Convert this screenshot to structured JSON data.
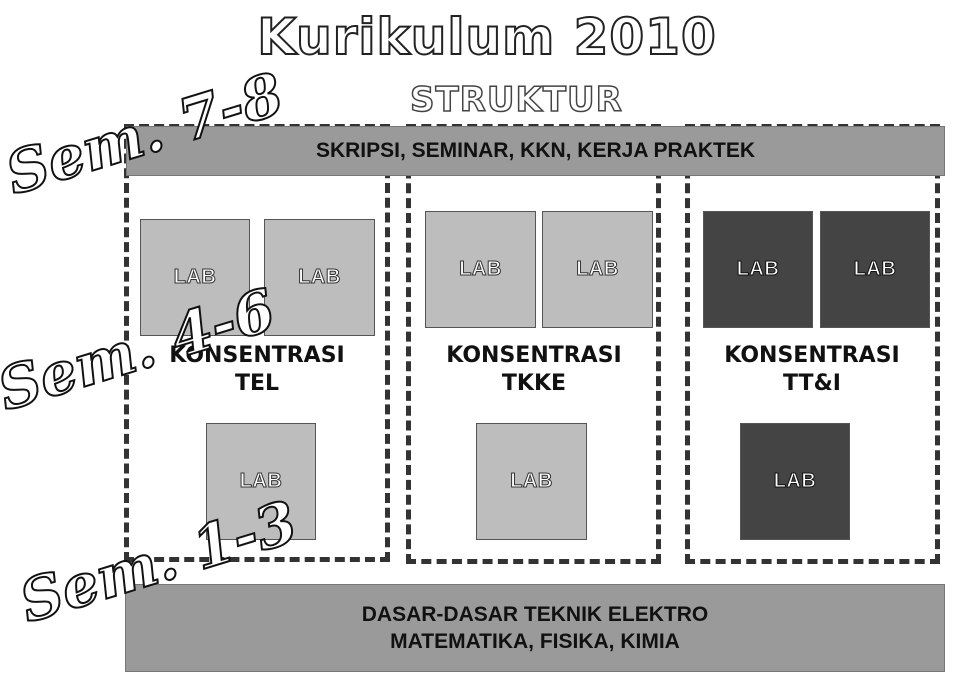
{
  "title": "Kurikulum 2010",
  "subtitle": "STRUKTUR",
  "top_bar": "SKRIPSI, SEMINAR, KKN, KERJA PRAKTEK",
  "bottom_bar": {
    "line1": "DASAR-DASAR TEKNIK ELEKTRO",
    "line2": "MATEMATIKA, FISIKA, KIMIA"
  },
  "semesters": {
    "upper": "Sem. 7-8",
    "middle": "Sem. 4-6",
    "lower": "Sem. 1-3"
  },
  "concentrations": [
    {
      "line1": "KONSENTRASI",
      "line2": "TEL",
      "labs": [
        "LAB",
        "LAB",
        "LAB"
      ]
    },
    {
      "line1": "KONSENTRASI",
      "line2": "TKKE",
      "labs": [
        "LAB",
        "LAB",
        "LAB"
      ]
    },
    {
      "line1": "KONSENTRASI",
      "line2": "TT&I",
      "labs": [
        "LAB",
        "LAB",
        "LAB"
      ]
    }
  ],
  "colors": {
    "bar": "#9a9a9a",
    "lab_light": "#bdbdbd",
    "lab_dark": "#444444"
  }
}
